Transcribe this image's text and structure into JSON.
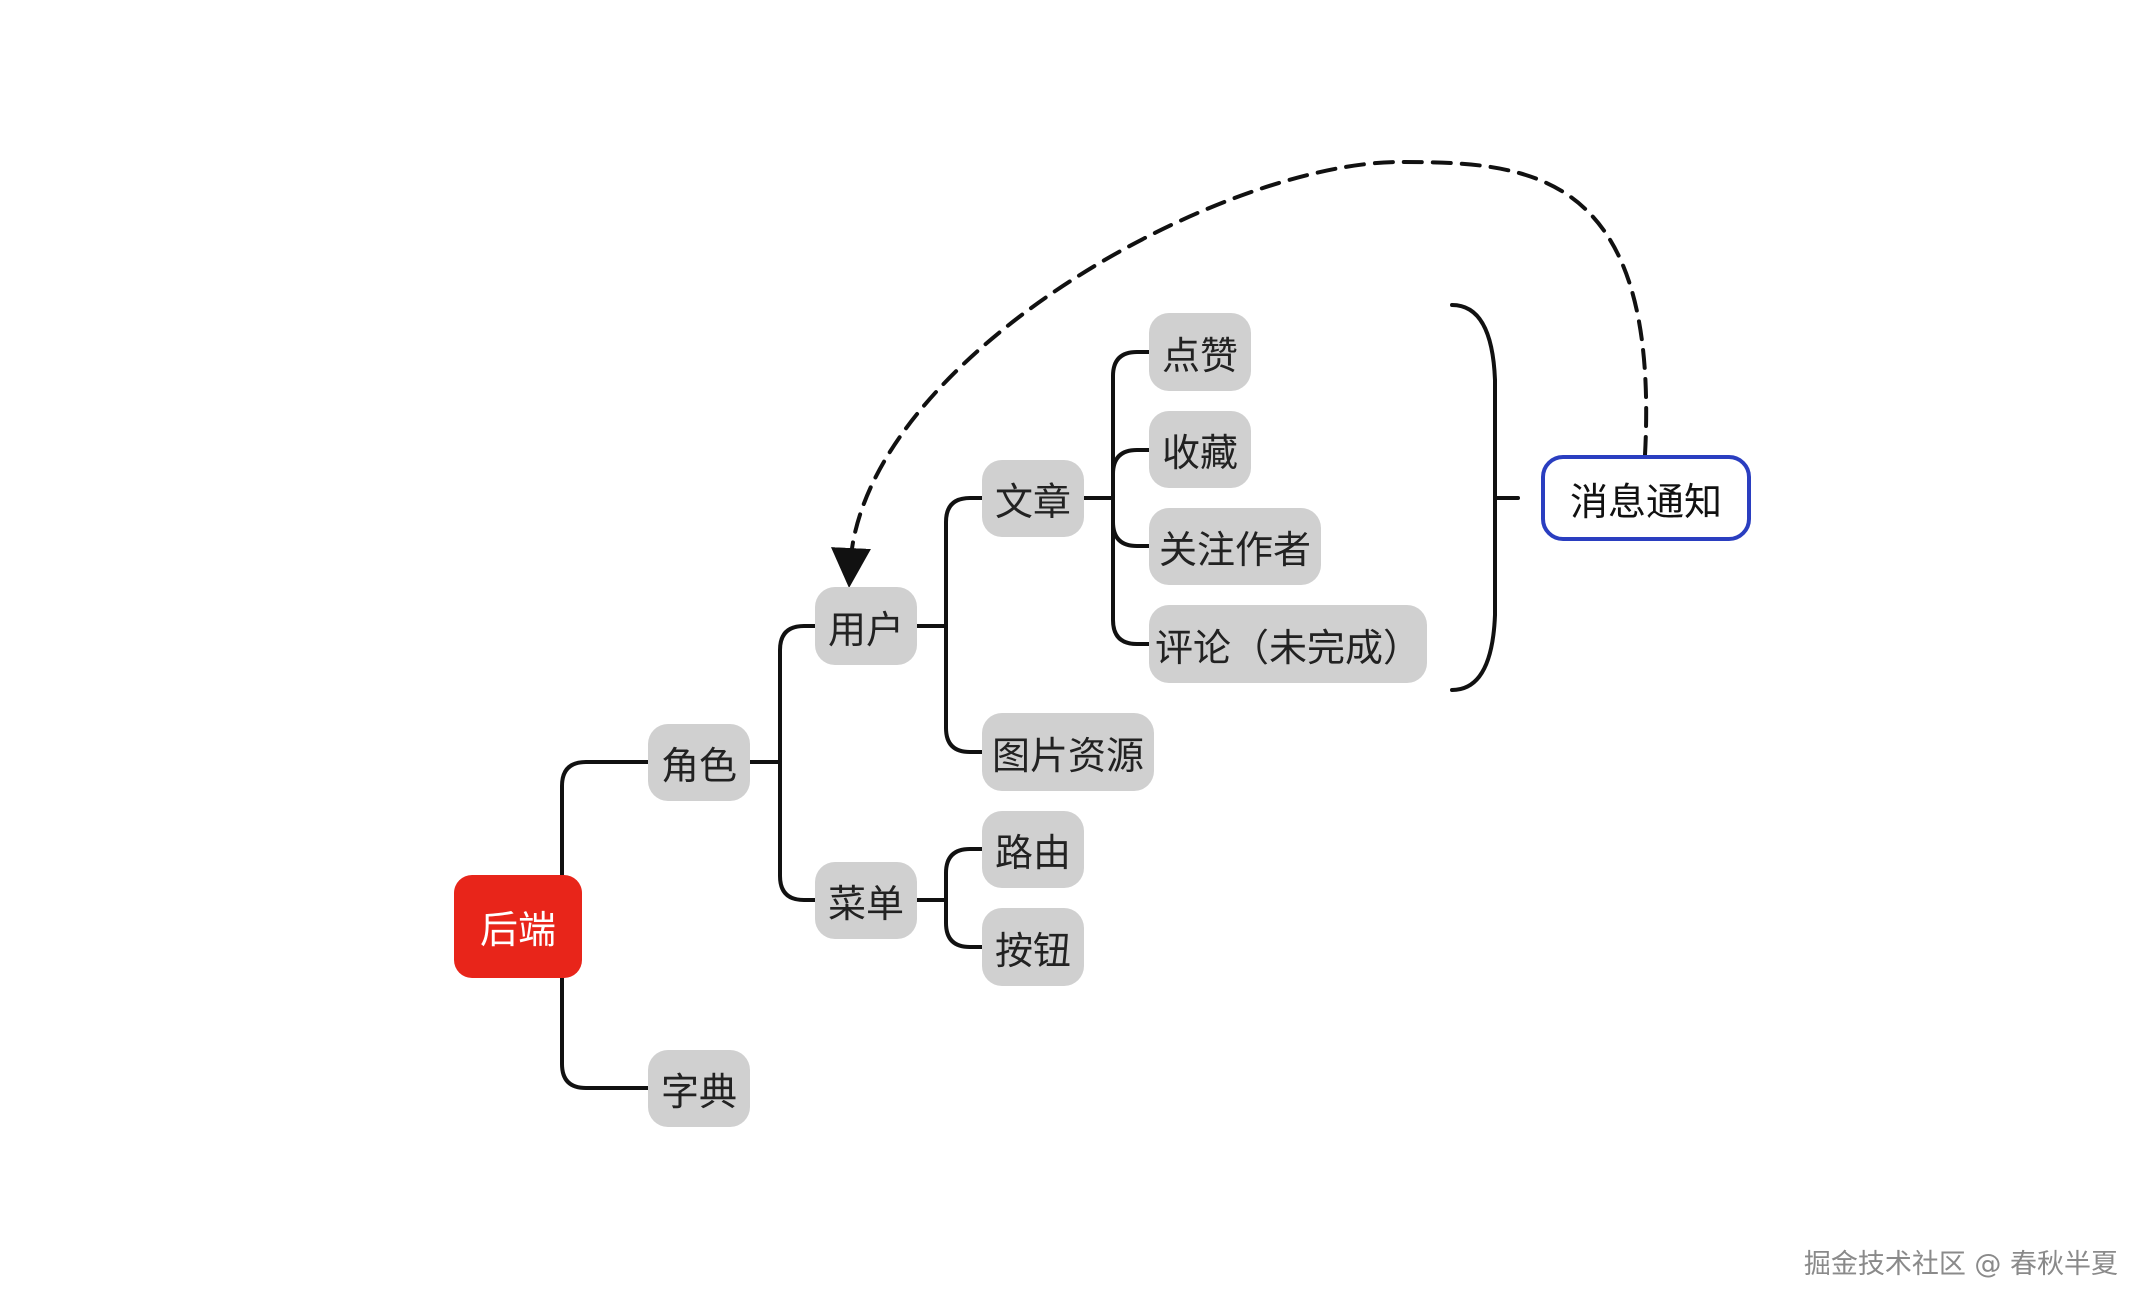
{
  "colors": {
    "root_fill": "#e8251a",
    "topic_fill": "#d0d0d0",
    "callout_border": "#2a3ec0",
    "connector": "#111111"
  },
  "nodes": {
    "root": "后端",
    "role": "角色",
    "dictionary": "字典",
    "user": "用户",
    "menu": "菜单",
    "article": "文章",
    "image_resource": "图片资源",
    "route": "路由",
    "button": "按钮",
    "like": "点赞",
    "favorite": "收藏",
    "follow_author": "关注作者",
    "comment": "评论（未完成）",
    "notification": "消息通知"
  },
  "relationships": [
    {
      "from": "notification",
      "to": "user",
      "style": "dashed"
    }
  ],
  "watermark": "掘金技术社区 @ 春秋半夏"
}
